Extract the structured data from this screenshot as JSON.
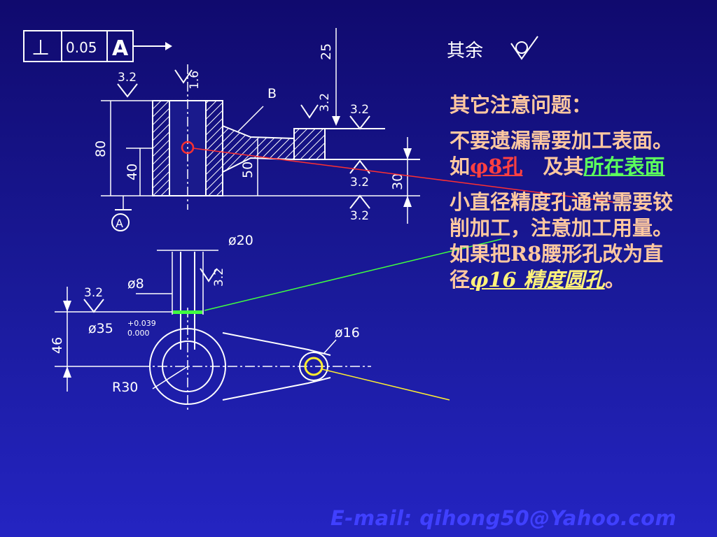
{
  "tolerance_frame": {
    "symbol": "⊥",
    "value": "0.05",
    "datum": "A"
  },
  "surface_finish": {
    "other_label": "其余",
    "r32": "3.2",
    "r16": "1.6"
  },
  "front_view": {
    "dim_25": "25",
    "dim_80": "80",
    "dim_40": "40",
    "dim_50": "50",
    "dim_30": "30",
    "label_b": "B",
    "datum_a": "A"
  },
  "top_view": {
    "dim_phi20": "ø20",
    "dim_phi8": "ø8",
    "dim_phi35": "ø35",
    "tol_upper": "+0.039",
    "tol_lower": "0.000",
    "dim_46": "46",
    "dim_r30": "R30",
    "dim_phi16": "ø16"
  },
  "notes": {
    "heading": "其它注意问题：",
    "p1_a": "不要遗漏需要加工表面。如",
    "p1_hole": "φ8孔",
    "p1_b": "　及其",
    "p1_surface": "所在表面",
    "p2_a": "小直径精度孔通常需要铰削加工，注意加工用量。如果把R8腰形孔改为直径",
    "p2_hole": "φ16 精度圆孔",
    "p2_end": "。"
  },
  "footer": {
    "email": "E-mail: qihong50@Yahoo.com"
  },
  "colors": {
    "background": "#1a1a9a",
    "notes_text": "#ffc8a0",
    "red_callout": "#ff4040",
    "green_callout": "#5cff5c",
    "yellow_callout": "#fff27a",
    "email": "#4040ff"
  }
}
